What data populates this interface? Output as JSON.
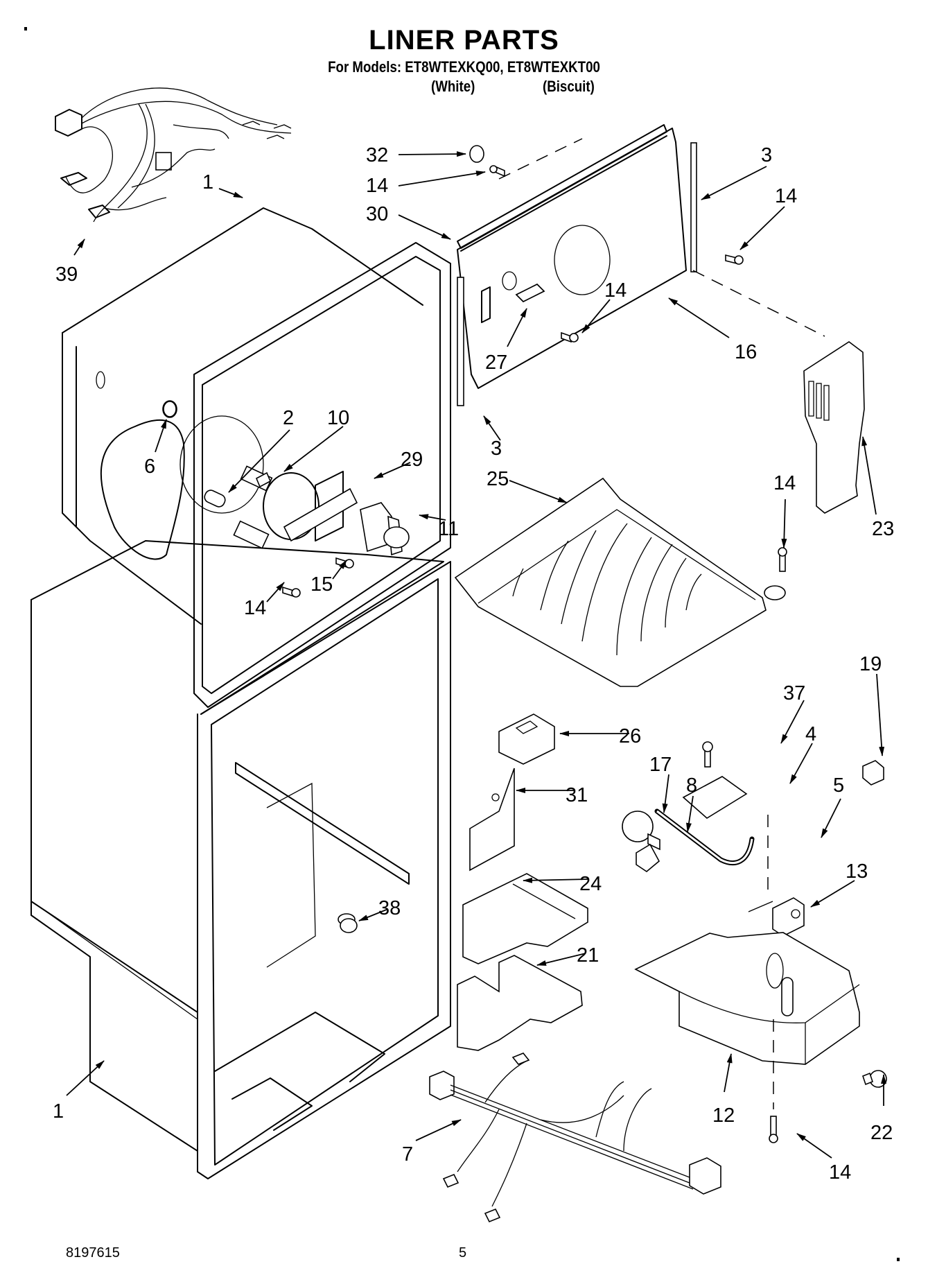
{
  "document": {
    "title": "LINER PARTS",
    "models_line": "For Models: ET8WTEXKQ00, ET8WTEXKT00",
    "variants": [
      "(White)",
      "(Biscuit)"
    ]
  },
  "callouts": {
    "c32": "32",
    "c14a": "14",
    "c30": "30",
    "c3a": "3",
    "c14b": "14",
    "c1a": "1",
    "c39": "39",
    "c14c": "14",
    "c27": "27",
    "c16": "16",
    "c2": "2",
    "c10": "10",
    "c6": "6",
    "c29": "29",
    "c3b": "3",
    "c25": "25",
    "c11": "11",
    "c14d": "14",
    "c23": "23",
    "c14e": "14",
    "c15": "15",
    "c19": "19",
    "c37": "37",
    "c4": "4",
    "c26": "26",
    "c17": "17",
    "c8": "8",
    "c5": "5",
    "c31": "31",
    "c24": "24",
    "c13": "13",
    "c38": "38",
    "c21": "21",
    "c1b": "1",
    "c12": "12",
    "c22": "22",
    "c7": "7",
    "c14f": "14"
  },
  "footer": {
    "doc_number": "8197615",
    "page_number": "5"
  }
}
